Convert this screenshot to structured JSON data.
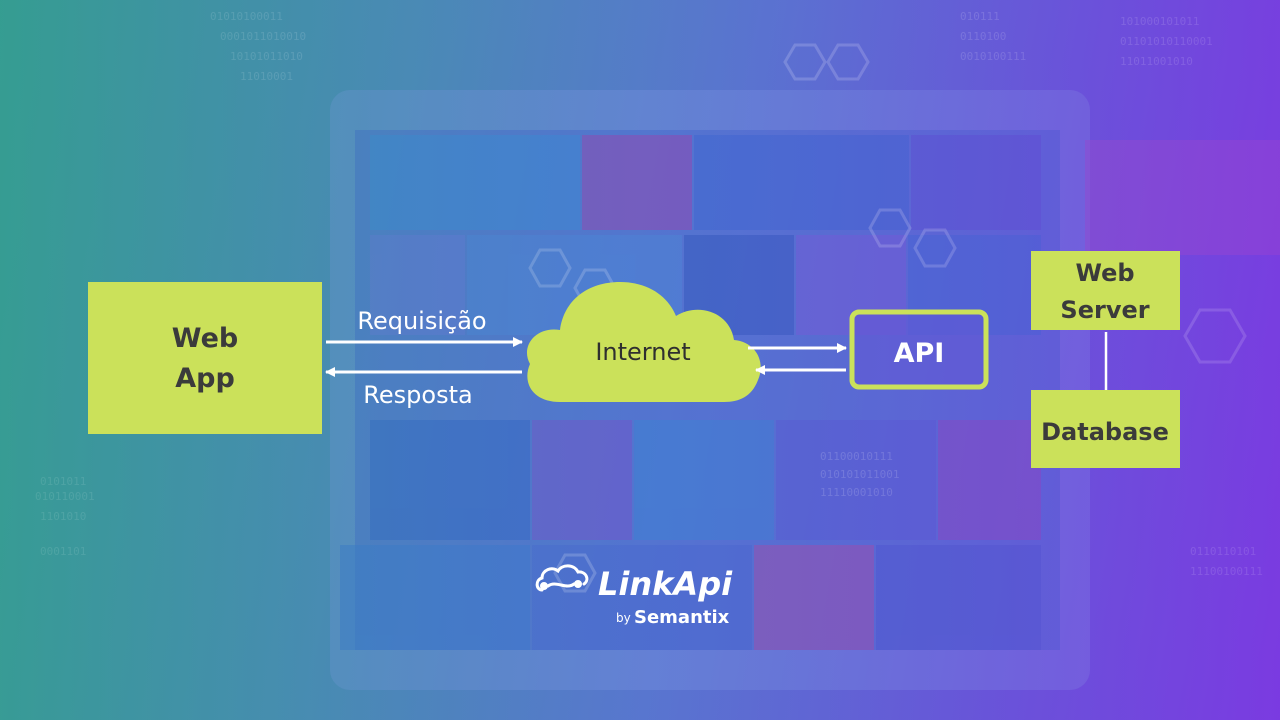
{
  "colors": {
    "node_fill": "#cbe15a",
    "api_border": "#cbe15a",
    "api_fill": "#6258d6",
    "arrow": "#ffffff",
    "cloud": "#cbe15a"
  },
  "nodes": {
    "web_app": {
      "lines": [
        "Web",
        "App"
      ]
    },
    "api": {
      "label": "API"
    },
    "web_server": {
      "lines": [
        "Web",
        "Server"
      ]
    },
    "database": {
      "label": "Database"
    }
  },
  "cloud": {
    "label": "Internet"
  },
  "edges": {
    "request_label": "Requisição",
    "response_label": "Resposta"
  },
  "logo": {
    "brand": "LinkApi",
    "by": "by",
    "parent": "Semantix",
    "icon": "cloud-link-icon"
  }
}
